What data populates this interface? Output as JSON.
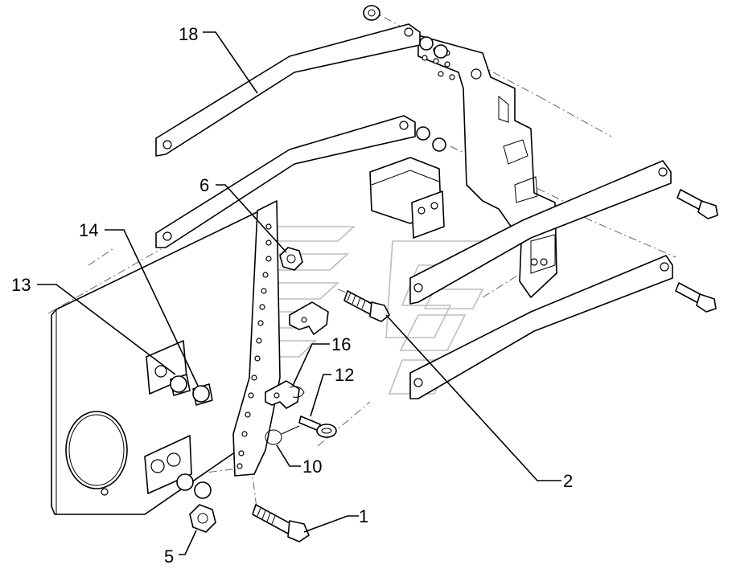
{
  "diagram": {
    "callouts": [
      {
        "id": "c18",
        "label": "18"
      },
      {
        "id": "c6",
        "label": "6"
      },
      {
        "id": "c14",
        "label": "14"
      },
      {
        "id": "c13",
        "label": "13"
      },
      {
        "id": "c16",
        "label": "16"
      },
      {
        "id": "c12",
        "label": "12"
      },
      {
        "id": "c10",
        "label": "10"
      },
      {
        "id": "c2",
        "label": "2"
      },
      {
        "id": "c1",
        "label": "1"
      },
      {
        "id": "c5",
        "label": "5"
      }
    ]
  }
}
